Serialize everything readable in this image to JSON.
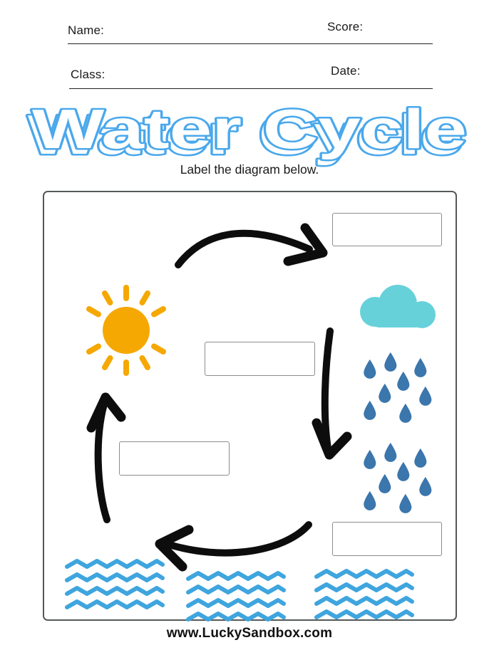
{
  "header": {
    "name_label": "Name:",
    "name_value": "",
    "score_label": "Score:",
    "score_value": "",
    "class_label": "Class:",
    "class_value": "",
    "date_label": "Date:",
    "date_value": ""
  },
  "title": "Water Cycle",
  "instruction": "Label the diagram below.",
  "diagram": {
    "label_boxes": [
      {
        "position": "top-right",
        "value": ""
      },
      {
        "position": "center",
        "value": ""
      },
      {
        "position": "center-left",
        "value": ""
      },
      {
        "position": "bottom-right",
        "value": ""
      }
    ],
    "icons": [
      "sun-icon",
      "cloud-icon",
      "raindrops-icon",
      "raindrops-icon",
      "water-waves-icon",
      "water-waves-icon",
      "water-waves-icon"
    ],
    "arrows": [
      "arrow-top-clockwise",
      "arrow-down-right",
      "arrow-bottom-left",
      "arrow-up-left"
    ]
  },
  "footer": {
    "website": "www.LuckySandbox.com"
  },
  "colors": {
    "title_outline": "#4aa8ec",
    "sun": "#f5a802",
    "cloud": "#67d1da",
    "raindrop": "#3b76ac",
    "wave": "#3fa5de",
    "arrow": "#0d0d0d",
    "box_border": "#8a8d90",
    "frame_border": "#55585a",
    "text": "#1a1a1a",
    "line": "#222222"
  }
}
